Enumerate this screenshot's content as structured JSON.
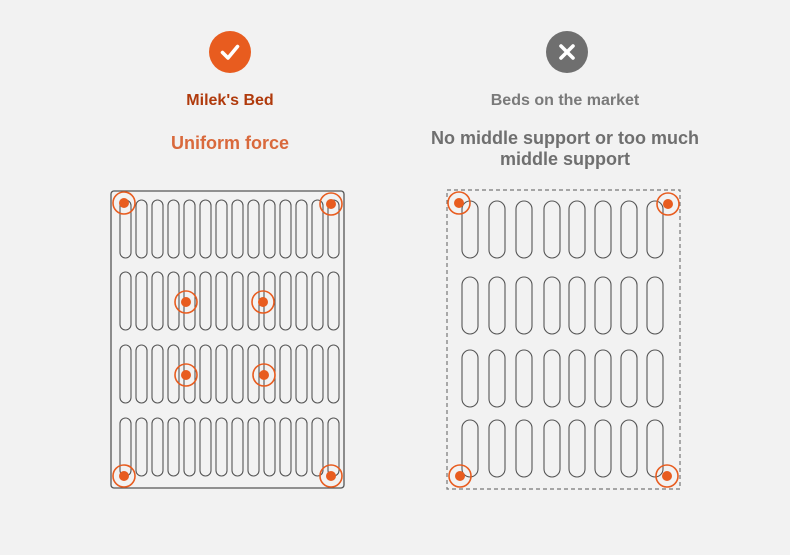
{
  "left_panel": {
    "title": "Milek's Bed",
    "subtitle": "Uniform force",
    "status_icon": "check-icon",
    "accent_color": "#e85c1f",
    "title_color": "#b03a0c"
  },
  "right_panel": {
    "title": "Beds on the market",
    "subtitle_line1": "No middle support or too much",
    "subtitle_line2": "middle support",
    "status_icon": "cross-icon",
    "accent_color": "#6f6f6f"
  },
  "colors": {
    "background": "#f2f2f2",
    "outline": "#555555",
    "support_point": "#e85c1f"
  }
}
